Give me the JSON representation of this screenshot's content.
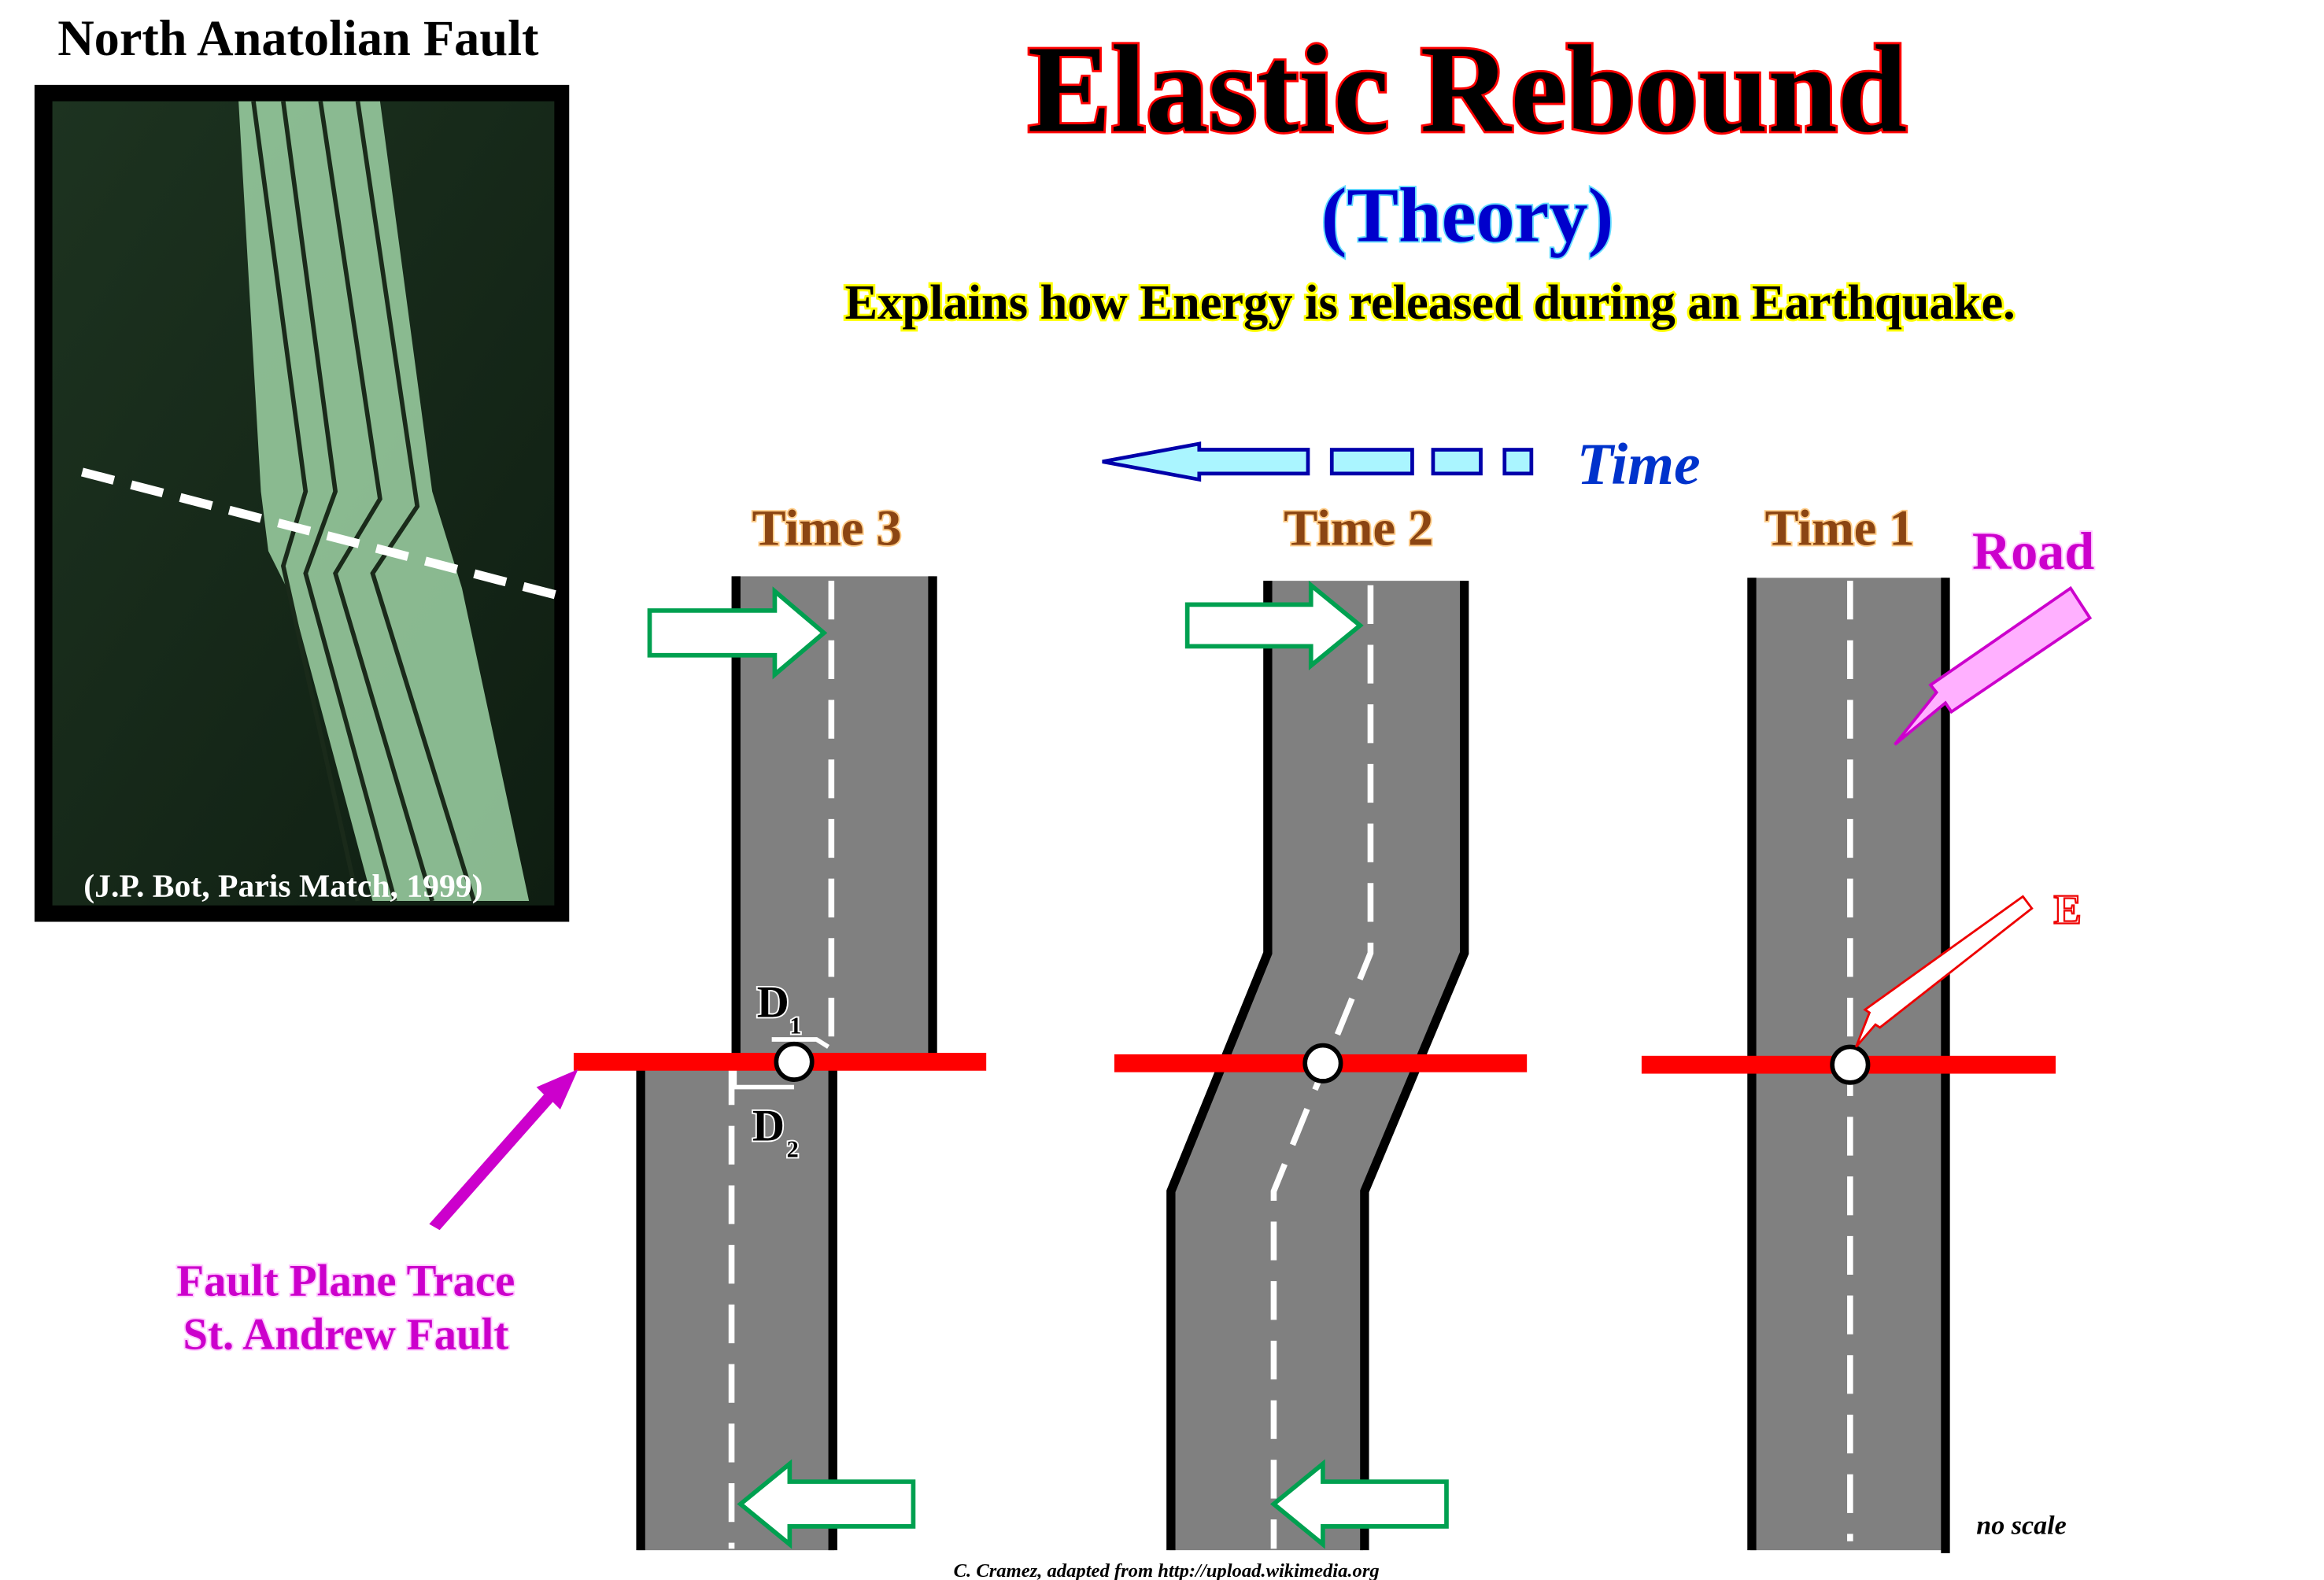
{
  "photo": {
    "title": "North Anatolian Fault",
    "credit": "(J.P. Bot, Paris Match, 1999)"
  },
  "header": {
    "title": "Elastic Rebound",
    "subtitle": "(Theory)",
    "description": "Explains how Energy is released during an Earthquake."
  },
  "time_arrow_label": "Time",
  "stages": [
    {
      "label": "Time 3"
    },
    {
      "label": "Time 2"
    },
    {
      "label": "Time 1"
    }
  ],
  "labels": {
    "road": "Road",
    "energy": "E",
    "d1": "D",
    "d1_sub": "1",
    "d2": "D",
    "d2_sub": "2",
    "fault_line1": "Fault Plane Trace",
    "fault_line2": "St. Andrew Fault",
    "no_scale": "no scale",
    "credit": "C. Cramez, adapted from http://upload.wikimedia.org"
  },
  "colors": {
    "title": "#000000",
    "title_outline": "#ff0000",
    "subtitle": "#0000cc",
    "stage_label": "#8b4513",
    "magenta": "#cc00cc",
    "road": "#808080",
    "fault": "#ff0000",
    "arrow_green": "#00a050"
  }
}
